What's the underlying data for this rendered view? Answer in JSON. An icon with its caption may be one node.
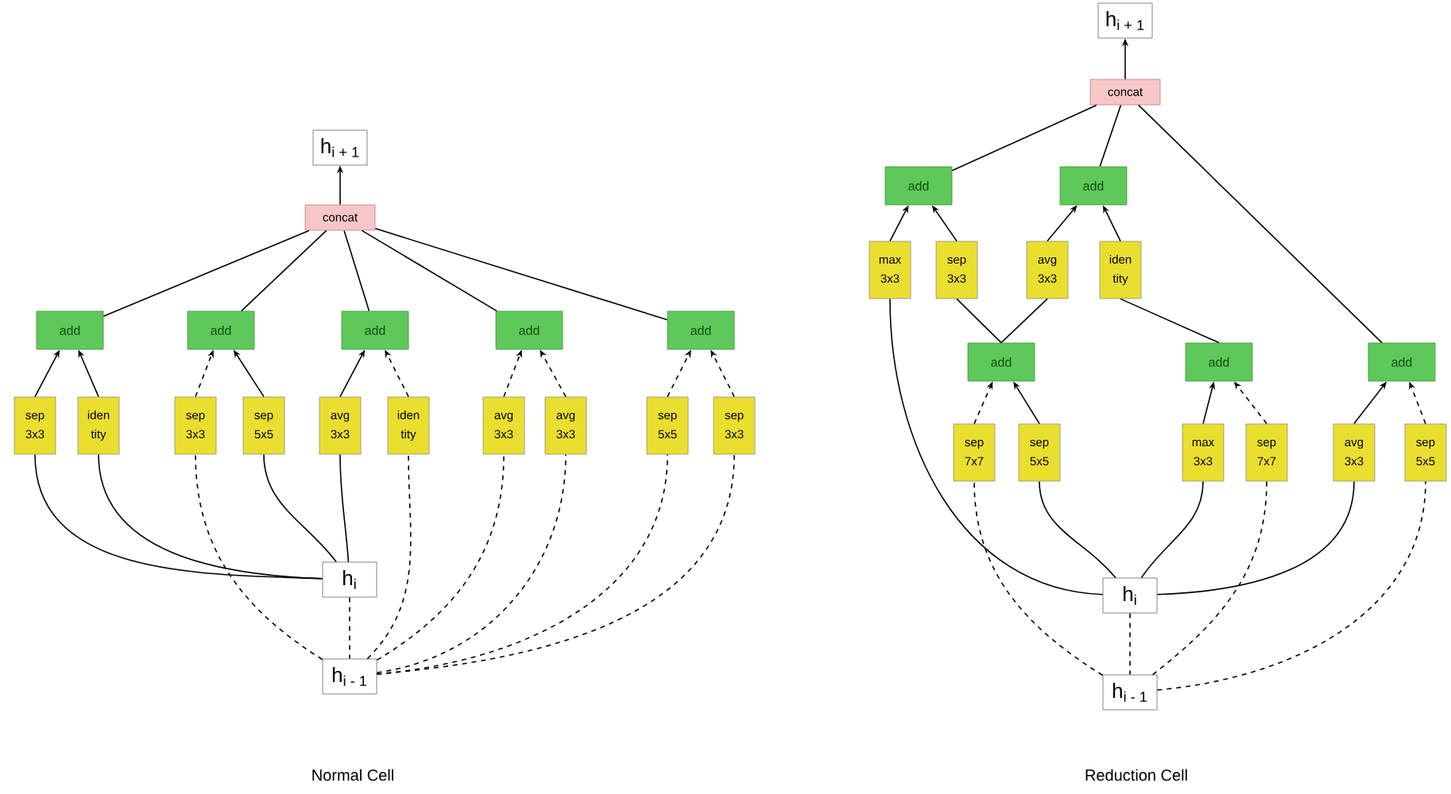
{
  "diagram": {
    "nodes": [
      {
        "text": [
          "h$_{i + 1}$"
        ]
      },
      {
        "text": [
          "concat"
        ]
      },
      {
        "text": [
          "add"
        ]
      },
      {
        "text": [
          "add"
        ]
      },
      {
        "text": [
          "add"
        ]
      },
      {
        "text": [
          "add"
        ]
      },
      {
        "text": [
          "add"
        ]
      },
      {
        "text": [
          "sep 3x3"
        ]
      },
      {
        "text": [
          "iden tity"
        ]
      },
      {
        "text": [
          "sep 3x3"
        ]
      },
      {
        "text": [
          "sep 5x5"
        ]
      },
      {
        "text": [
          "avg 3x3"
        ]
      },
      {
        "text": [
          "iden tity"
        ]
      },
      {
        "text": [
          "avg 3x3"
        ]
      },
      {
        "text": [
          "avg 3x3"
        ]
      },
      {
        "text": [
          "sep 5x5"
        ]
      },
      {
        "text": [
          "sep 3x3"
        ]
      },
      {
        "text": [
          "h$_{i}$"
        ]
      },
      {
        "text": [
          "h$_{i - 1}$"
        ]
      },
      {
        "text": [
          "h$_{i + 1}$"
        ]
      },
      {
        "text": [
          "concat"
        ]
      },
      {
        "text": [
          "add"
        ]
      },
      {
        "text": [
          "add"
        ]
      },
      {
        "text": [
          "max 3x3"
        ]
      },
      {
        "text": [
          "sep 3x3"
        ]
      },
      {
        "text": [
          "avg 3x3"
        ]
      },
      {
        "text": [
          "iden tity"
        ]
      },
      {
        "text": [
          "add"
        ]
      },
      {
        "text": [
          "add"
        ]
      },
      {
        "text": [
          "add"
        ]
      },
      {
        "text": [
          "sep 7x7"
        ]
      },
      {
        "text": [
          "sep 5x5"
        ]
      },
      {
        "text": [
          "max 3x3"
        ]
      },
      {
        "text": [
          "sep 7x7"
        ]
      },
      {
        "text": [
          "avg 3x3"
        ]
      },
      {
        "text": [
          "sep 5x5"
        ]
      },
      {
        "text": [
          "h$_{i}$"
        ]
      },
      {
        "text": [
          "h$_{i - 1}$"
        ]
      }
    ],
    "edges": [
      {
        "from": 1,
        "to": 0,
        "arrow": "to"
      },
      {
        "from": 2,
        "to": 1,
        "arrow": "none"
      },
      {
        "from": 3,
        "to": 1,
        "arrow": "none"
      },
      {
        "from": 4,
        "to": 1,
        "arrow": "none"
      },
      {
        "from": 5,
        "to": 1,
        "arrow": "none"
      },
      {
        "from": 6,
        "to": 1,
        "arrow": "none"
      },
      {
        "from": 7,
        "to": 2,
        "arrow": "to"
      },
      {
        "from": 8,
        "to": 2,
        "arrow": "to"
      },
      {
        "from": 9,
        "to": 3,
        "arrow": "to",
        "style": "dashed"
      },
      {
        "from": 10,
        "to": 3,
        "arrow": "to"
      },
      {
        "from": 11,
        "to": 4,
        "arrow": "to"
      },
      {
        "from": 12,
        "to": 4,
        "arrow": "to",
        "style": "dashed"
      },
      {
        "from": 13,
        "to": 5,
        "arrow": "to",
        "style": "dashed"
      },
      {
        "from": 14,
        "to": 5,
        "arrow": "to",
        "style": "dashed"
      },
      {
        "from": 15,
        "to": 6,
        "arrow": "to",
        "style": "dashed"
      },
      {
        "from": 16,
        "to": 6,
        "arrow": "to",
        "style": "dashed"
      },
      {
        "from": 17,
        "to": 7,
        "arrow": "none"
      },
      {
        "from": 17,
        "to": 8,
        "arrow": "none"
      },
      {
        "from": 18,
        "to": 9,
        "arrow": "none",
        "style": "dashed"
      },
      {
        "from": 17,
        "to": 10,
        "arrow": "none"
      },
      {
        "from": 17,
        "to": 11,
        "arrow": "none"
      },
      {
        "from": 18,
        "to": 12,
        "arrow": "none",
        "style": "dashed"
      },
      {
        "from": 18,
        "to": 13,
        "arrow": "none",
        "style": "dashed"
      },
      {
        "from": 18,
        "to": 14,
        "arrow": "none",
        "style": "dashed"
      },
      {
        "from": 18,
        "to": 15,
        "arrow": "none",
        "style": "dashed"
      },
      {
        "from": 18,
        "to": 16,
        "arrow": "none",
        "style": "dashed"
      },
      {
        "from": 17,
        "to": 18,
        "arrow": "none",
        "style": "dashed"
      },
      {
        "from": 20,
        "to": 19,
        "arrow": "to"
      },
      {
        "from": 21,
        "to": 20,
        "arrow": "none"
      },
      {
        "from": 22,
        "to": 20,
        "arrow": "none"
      },
      {
        "from": 29,
        "to": 20,
        "arrow": "none"
      },
      {
        "from": 23,
        "to": 21,
        "arrow": "to"
      },
      {
        "from": 24,
        "to": 21,
        "arrow": "to"
      },
      {
        "from": 25,
        "to": 22,
        "arrow": "to"
      },
      {
        "from": 26,
        "to": 22,
        "arrow": "to"
      },
      {
        "from": 27,
        "to": 24,
        "arrow": "none"
      },
      {
        "from": 27,
        "to": 25,
        "arrow": "none"
      },
      {
        "from": 28,
        "to": 26,
        "arrow": "none"
      },
      {
        "from": 36,
        "to": 23,
        "arrow": "none"
      },
      {
        "from": 30,
        "to": 27,
        "arrow": "to",
        "style": "dashed"
      },
      {
        "from": 31,
        "to": 27,
        "arrow": "to"
      },
      {
        "from": 32,
        "to": 28,
        "arrow": "to"
      },
      {
        "from": 33,
        "to": 28,
        "arrow": "to",
        "style": "dashed"
      },
      {
        "from": 34,
        "to": 29,
        "arrow": "to"
      },
      {
        "from": 35,
        "to": 29,
        "arrow": "to",
        "style": "dashed"
      },
      {
        "from": 37,
        "to": 30,
        "arrow": "none",
        "style": "dashed"
      },
      {
        "from": 36,
        "to": 31,
        "arrow": "none"
      },
      {
        "from": 36,
        "to": 32,
        "arrow": "none"
      },
      {
        "from": 37,
        "to": 33,
        "arrow": "none",
        "style": "dashed"
      },
      {
        "from": 36,
        "to": 34,
        "arrow": "none"
      },
      {
        "from": 37,
        "to": 35,
        "arrow": "none",
        "style": "dashed"
      },
      {
        "from": 36,
        "to": 37,
        "arrow": "none",
        "style": "dashed"
      }
    ],
    "labels": [
      "Normal Cell",
      "Reduction Cell"
    ]
  }
}
